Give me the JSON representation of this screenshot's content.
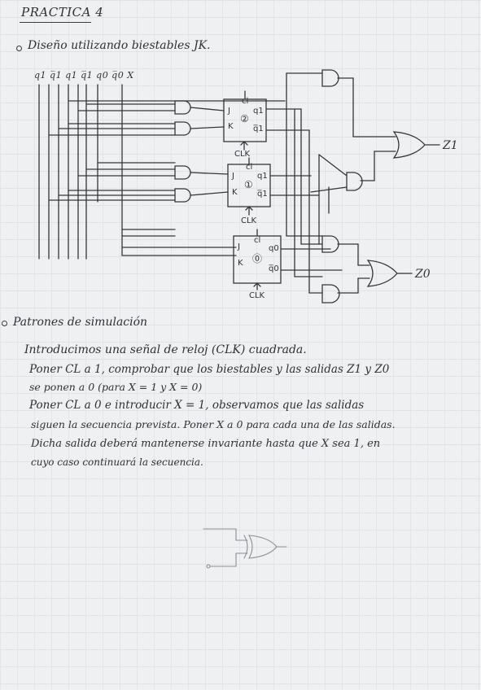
{
  "header": {
    "title": "PRACTICA 4"
  },
  "section1": {
    "heading": "Diseño utilizando biestables JK."
  },
  "diagram": {
    "inputs": "q1 q̅1 q1 q̅1 q0 q̅0 X",
    "ff2": {
      "j": "J",
      "k": "K",
      "q": "q1",
      "qn": "q̅1",
      "cl": "cl",
      "num": "②",
      "clk": "CLK"
    },
    "ff1": {
      "j": "J",
      "k": "K",
      "q": "q1",
      "qn": "q̅1",
      "cl": "cl",
      "num": "①",
      "clk": "CLK"
    },
    "ff0": {
      "j": "J",
      "k": "K",
      "q": "q0",
      "qn": "q̅0",
      "cl": "cl",
      "num": "⓪",
      "clk": "CLK"
    },
    "out_z1": "Z1",
    "out_z0": "Z0"
  },
  "section2": {
    "heading": "Patrones de simulación",
    "lines": [
      "Introducimos una señal de reloj (CLK) cuadrada.",
      "Poner CL a 1, comprobar que los biestables y las salidas Z1 y Z0",
      "se ponen a 0 (para X = 1 y X = 0)",
      "Poner CL a 0 e introducir X = 1, observamos que las salidas",
      "siguen la secuencia prevista. Poner X a 0 para cada una de las salidas.",
      "Dicha salida deberá mantenerse invariante hasta que X sea 1, en",
      "cuyo caso continuará la secuencia."
    ]
  }
}
